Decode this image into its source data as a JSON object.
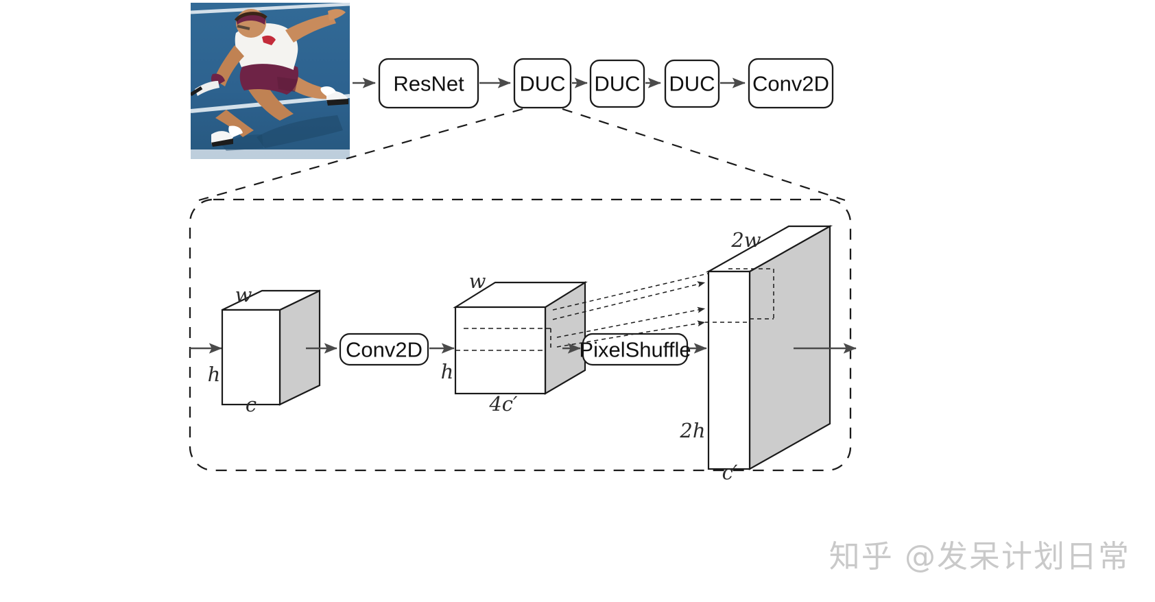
{
  "figure": {
    "title": "DUC (Dense Upsampling Convolution) network architecture diagram",
    "background_color": "#ffffff",
    "stroke_color": "#1a1a1a",
    "shaded_face_color": "#cccccc"
  },
  "input_image": {
    "name": "tennis-player-photo",
    "description": "Tennis player in white shirt and maroon shorts lunging on a blue hard court",
    "colors": {
      "court": "#2d628f",
      "court_shadow": "#24537a",
      "line": "#e8eef3",
      "shirt": "#f4f3f0",
      "shorts": "#6e2346",
      "skin": "#c68a5f",
      "shoe": "#ffffff"
    }
  },
  "pipeline": {
    "nodes": [
      {
        "id": "resnet",
        "label": "ResNet"
      },
      {
        "id": "duc1",
        "label": "DUC"
      },
      {
        "id": "duc2",
        "label": "DUC"
      },
      {
        "id": "duc3",
        "label": "DUC"
      },
      {
        "id": "conv2d_out",
        "label": "Conv2D"
      }
    ],
    "arrow_count": 5,
    "expanded_node_id": "duc1"
  },
  "duc_detail": {
    "panel_style": "dashed-rounded-rectangle",
    "blocks": [
      {
        "id": "conv2d",
        "label": "Conv2D"
      },
      {
        "id": "pixelshuffle",
        "label": "PixelShuffle"
      }
    ],
    "tensors": [
      {
        "id": "input-tensor",
        "labels": {
          "width": "w",
          "height": "h",
          "depth": "c"
        }
      },
      {
        "id": "mid-tensor",
        "labels": {
          "width": "w",
          "height": "h",
          "depth": "4c′"
        }
      },
      {
        "id": "output-tensor",
        "labels": {
          "width": "2w",
          "height": "2h",
          "depth": "c′"
        }
      }
    ]
  },
  "watermark": {
    "text": "知乎 @发呆计划日常",
    "color": "#c9c9c9"
  }
}
